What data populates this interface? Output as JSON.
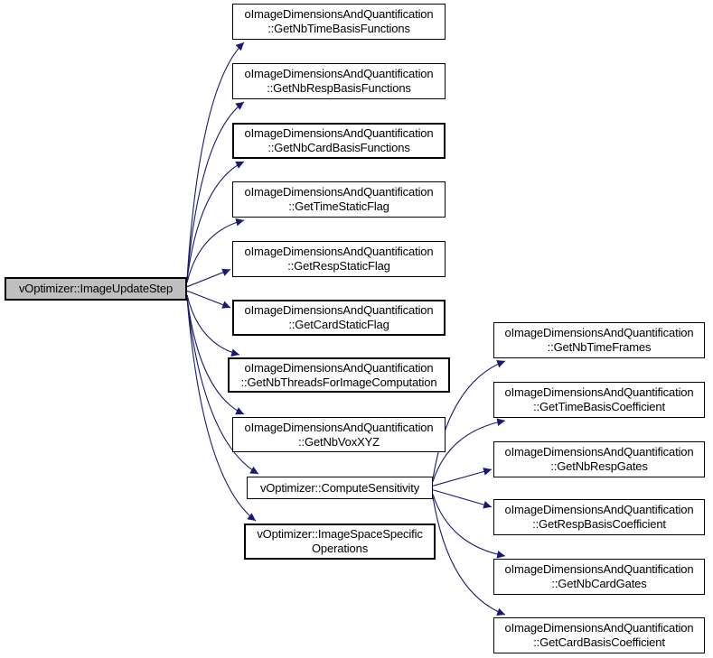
{
  "graph": {
    "root": {
      "label": "vOptimizer::ImageUpdateStep"
    },
    "middle": [
      {
        "line1": "oImageDimensionsAndQuantification",
        "line2": "::GetNbTimeBasisFunctions"
      },
      {
        "line1": "oImageDimensionsAndQuantification",
        "line2": "::GetNbRespBasisFunctions"
      },
      {
        "line1": "oImageDimensionsAndQuantification",
        "line2": "::GetNbCardBasisFunctions"
      },
      {
        "line1": "oImageDimensionsAndQuantification",
        "line2": "::GetTimeStaticFlag"
      },
      {
        "line1": "oImageDimensionsAndQuantification",
        "line2": "::GetRespStaticFlag"
      },
      {
        "line1": "oImageDimensionsAndQuantification",
        "line2": "::GetCardStaticFlag"
      },
      {
        "line1": "oImageDimensionsAndQuantification",
        "line2": "::GetNbThreadsForImageComputation"
      },
      {
        "line1": "oImageDimensionsAndQuantification",
        "line2": "::GetNbVoxXYZ"
      },
      {
        "line1": "vOptimizer::ComputeSensitivity"
      },
      {
        "line1": "vOptimizer::ImageSpaceSpecific",
        "line2": "Operations"
      }
    ],
    "right": [
      {
        "line1": "oImageDimensionsAndQuantification",
        "line2": "::GetNbTimeFrames"
      },
      {
        "line1": "oImageDimensionsAndQuantification",
        "line2": "::GetTimeBasisCoefficient"
      },
      {
        "line1": "oImageDimensionsAndQuantification",
        "line2": "::GetNbRespGates"
      },
      {
        "line1": "oImageDimensionsAndQuantification",
        "line2": "::GetRespBasisCoefficient"
      },
      {
        "line1": "oImageDimensionsAndQuantification",
        "line2": "::GetNbCardGates"
      },
      {
        "line1": "oImageDimensionsAndQuantification",
        "line2": "::GetCardBasisCoefficient"
      }
    ],
    "edges": [
      {
        "from": "root",
        "to": "mid1"
      },
      {
        "from": "root",
        "to": "mid2"
      },
      {
        "from": "root",
        "to": "mid3"
      },
      {
        "from": "root",
        "to": "mid4"
      },
      {
        "from": "root",
        "to": "mid5"
      },
      {
        "from": "root",
        "to": "mid6"
      },
      {
        "from": "root",
        "to": "mid7"
      },
      {
        "from": "root",
        "to": "mid8"
      },
      {
        "from": "root",
        "to": "mid9"
      },
      {
        "from": "root",
        "to": "mid10"
      },
      {
        "from": "mid9",
        "to": "r1"
      },
      {
        "from": "mid9",
        "to": "r2"
      },
      {
        "from": "mid9",
        "to": "r3"
      },
      {
        "from": "mid9",
        "to": "r4"
      },
      {
        "from": "mid9",
        "to": "r5"
      },
      {
        "from": "mid9",
        "to": "r6"
      }
    ],
    "colors": {
      "edge": "#191970",
      "root_fill": "#bfbfbf",
      "node_fill": "#ffffff",
      "node_border": "#000000",
      "background": "#ffffff"
    }
  }
}
